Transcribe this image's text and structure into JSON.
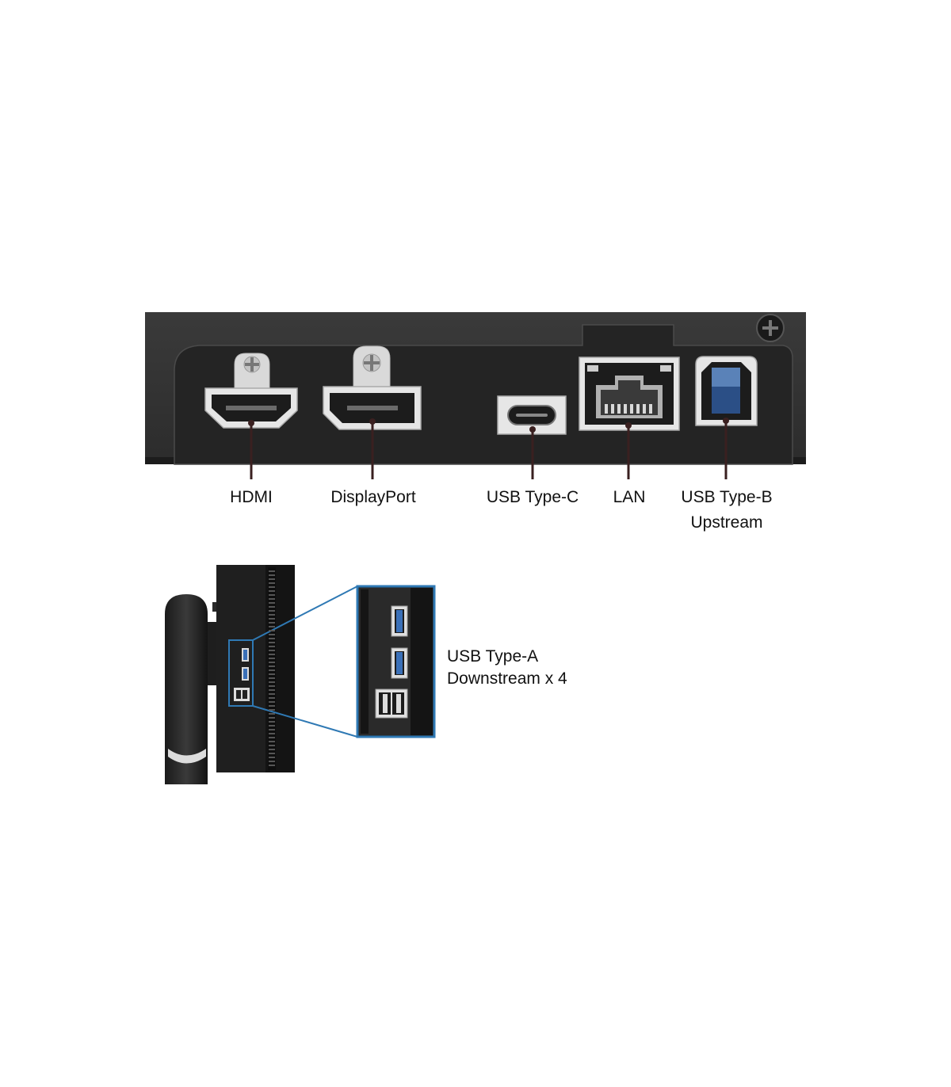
{
  "rear_panel": {
    "ports": [
      {
        "id": "hdmi",
        "label": "HDMI"
      },
      {
        "id": "displayport",
        "label": "DisplayPort"
      },
      {
        "id": "usb-c",
        "label": "USB Type-C"
      },
      {
        "id": "lan",
        "label": "LAN"
      },
      {
        "id": "usb-b",
        "label": "USB Type-B",
        "label_line2": "Upstream"
      }
    ]
  },
  "side_panel": {
    "usb_a": {
      "label": "USB Type-A",
      "label_line2": "Downstream x 4",
      "count": 4
    }
  },
  "colors": {
    "panel": "#323232",
    "port_bezel": "#e6e6e6",
    "usb_blue": "#3a70b8",
    "usb_b_blue": "#2b4f86",
    "callout_border": "#2f79b4",
    "leader_line": "#3a2020"
  }
}
